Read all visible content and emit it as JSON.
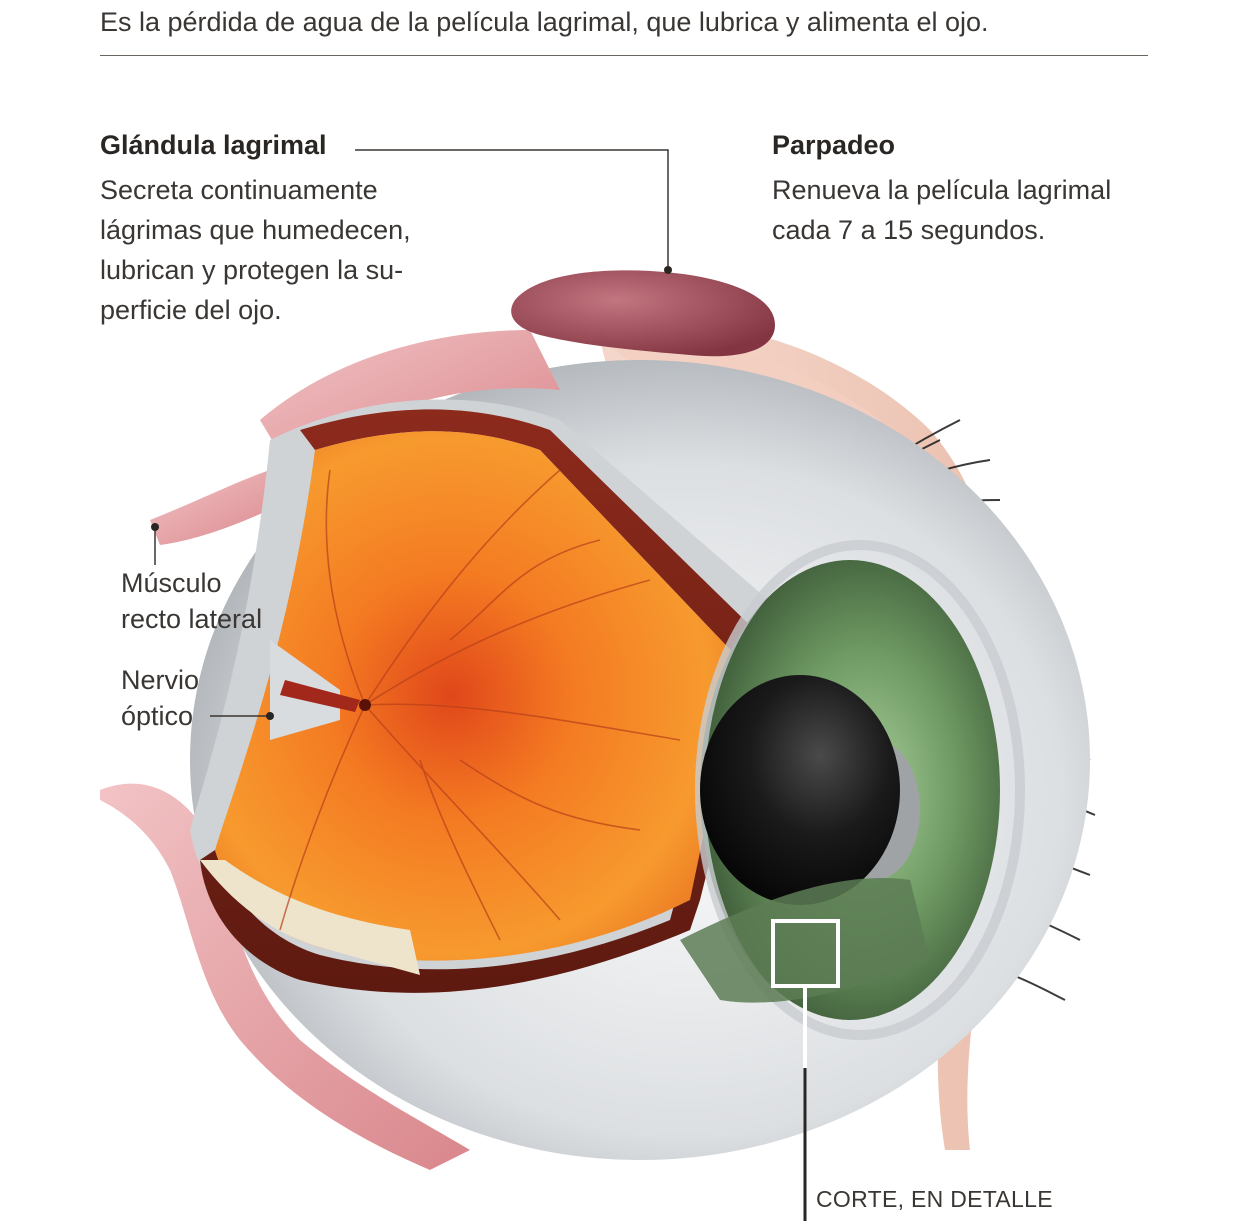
{
  "intro": "Es la pérdida de agua de la película lagrimal, que lubrica y alimenta el ojo.",
  "gland": {
    "title": "Glándula lagrimal",
    "lines": [
      "Secreta continuamente",
      "lágrimas que humedecen,",
      "lubrican y protegen la su-",
      "perficie del ojo."
    ]
  },
  "blink": {
    "title": "Parpadeo",
    "lines": [
      "Renueva la película lagrimal",
      "cada 7 a 15 segundos."
    ]
  },
  "muscle": {
    "lines": [
      "Músculo",
      "recto lateral"
    ]
  },
  "nerve": {
    "lines": [
      "Nervio",
      "óptico"
    ]
  },
  "detail_label": "CORTE, EN DETALLE",
  "colors": {
    "retina": "#f07a22",
    "sclera": "#e4e6e8",
    "iris": "#6f9a63",
    "muscle": "#e6a2a6",
    "gland": "#9b4b55",
    "eyelid": "#f0c8b8",
    "choroid": "#7a2418",
    "lens": "#1e1e1e"
  }
}
